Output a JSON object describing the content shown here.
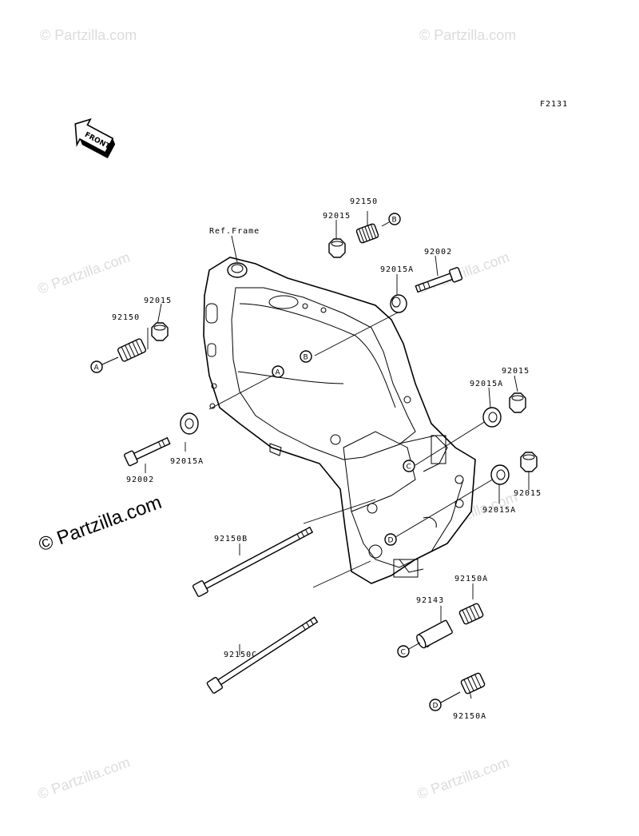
{
  "figure_code": "F2131",
  "front_label": "FRONT",
  "ref_frame_label": "Ref.Frame",
  "watermark_text": "© Partzilla.com",
  "watermark_large_text": "© Partzilla.com",
  "callout_letters": {
    "a": "A",
    "b": "B",
    "c": "C",
    "d": "D"
  },
  "parts": {
    "p92150_top": "92150",
    "p92015_top": "92015",
    "p92002_top": "92002",
    "p92015A_top": "92015A",
    "p92015_left": "92015",
    "p92150_left": "92150",
    "p92002_left": "92002",
    "p92015A_left": "92015A",
    "p92015_right": "92015",
    "p92015A_right": "92015A",
    "p92015_right2": "92015",
    "p92015A_right2": "92015A",
    "p92150B": "92150B",
    "p92150C": "92150C",
    "p92143": "92143",
    "p92150A_1": "92150A",
    "p92150A_2": "92150A"
  },
  "colors": {
    "line": "#000000",
    "watermark": "#dcdcdc",
    "background": "#ffffff"
  }
}
